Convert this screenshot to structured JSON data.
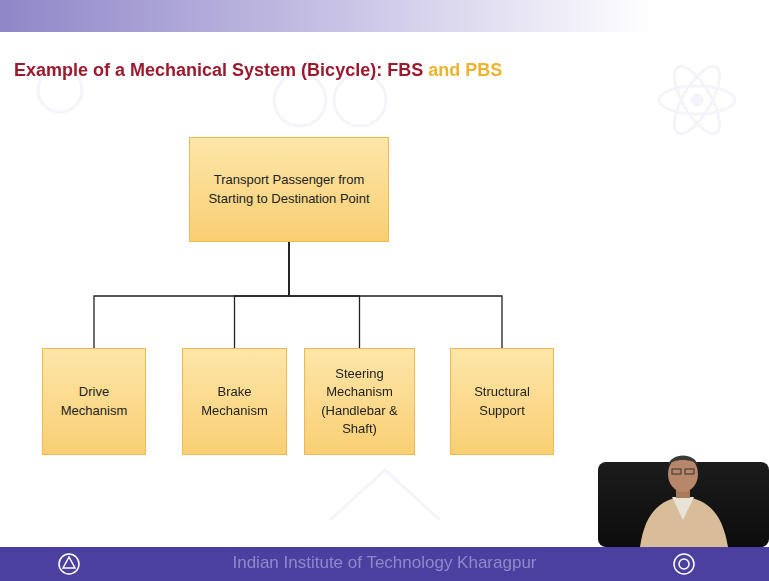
{
  "diagram": {
    "title": "Example of a Mechanical System (Bicycle): FBS",
    "nodes": [
      {
        "text": [
          "Transport Passenger from Starting to Destination Point"
        ]
      },
      {
        "text": [
          "Drive Mechanism"
        ]
      },
      {
        "text": [
          "Brake Mechanism"
        ]
      },
      {
        "text": [
          "Steering Mechanism (Handlebar & Shaft)"
        ]
      },
      {
        "text": [
          "Structural Support"
        ]
      }
    ],
    "edges": [
      {
        "from": 0,
        "to": 1,
        "arrow": "none"
      },
      {
        "from": 0,
        "to": 2,
        "arrow": "none"
      },
      {
        "from": 0,
        "to": 3,
        "arrow": "none"
      },
      {
        "from": 0,
        "to": 4,
        "arrow": "none"
      }
    ],
    "labels": [
      "and PBS",
      "Indian Institute of Technology Kharagpur"
    ]
  }
}
